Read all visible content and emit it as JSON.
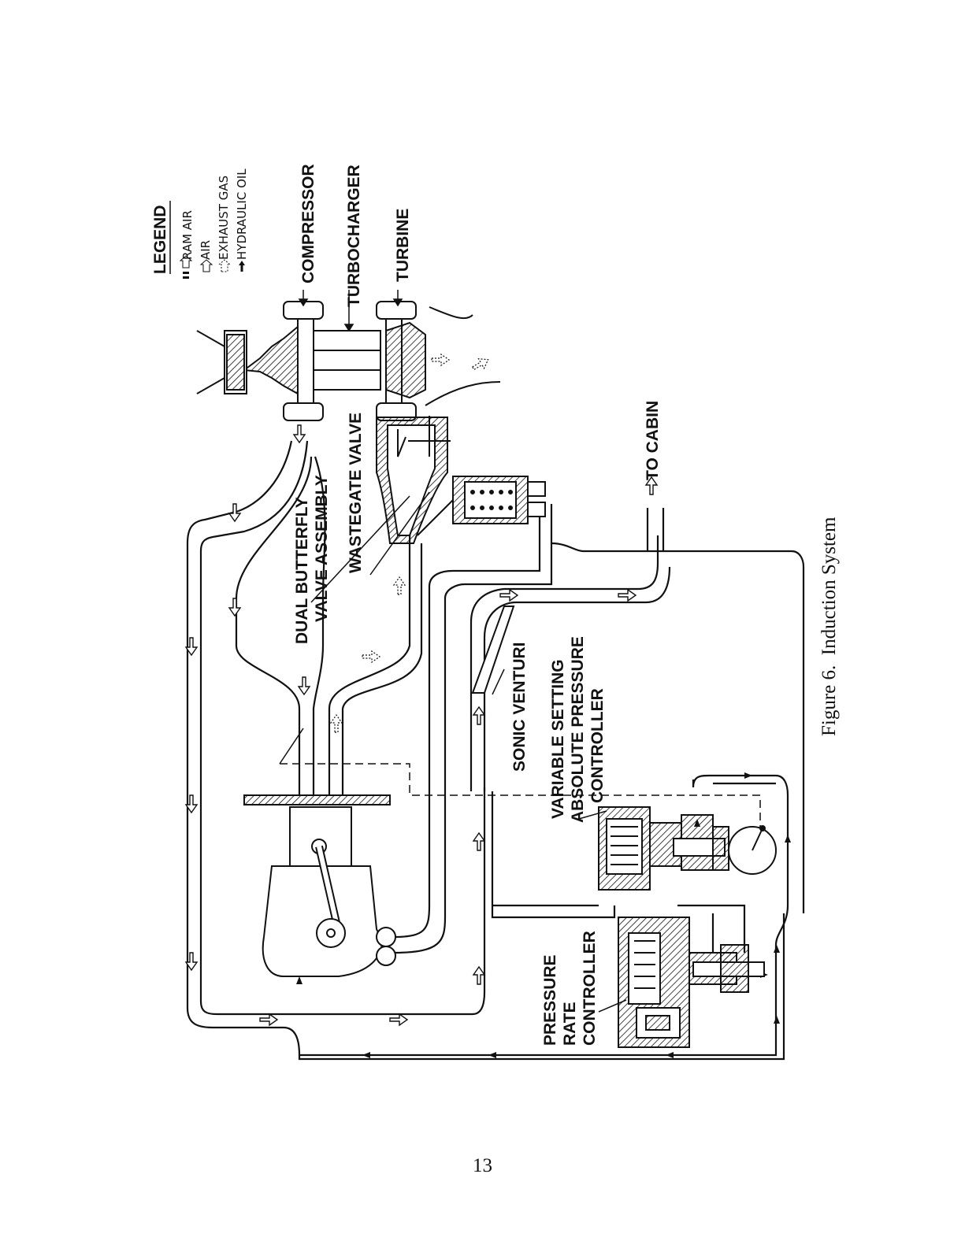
{
  "legend": {
    "title": "LEGEND",
    "items": [
      {
        "label": "RAM AIR",
        "icon": "ram-air-arrow-icon"
      },
      {
        "label": "AIR",
        "icon": "air-arrow-icon"
      },
      {
        "label": "EXHAUST GAS",
        "icon": "exhaust-gas-arrow-icon"
      },
      {
        "label": "HYDRAULIC OIL",
        "icon": "hydraulic-oil-arrow-icon"
      }
    ]
  },
  "labels": {
    "compressor": "COMPRESSOR",
    "turbocharger": "TURBOCHARGER",
    "turbine": "TURBINE",
    "wastegate_valve": "WASTEGATE VALVE",
    "dual_butterfly_line1": "DUAL BUTTERFLY",
    "dual_butterfly_line2": "VALVE ASSEMBLY",
    "to_cabin": "TO CABIN",
    "sonic_venturi": "SONIC VENTURI",
    "vapc_line1": "VARIABLE SETTING",
    "vapc_line2": "ABSOLUTE PRESSURE",
    "vapc_line3": "CONTROLLER",
    "prc_line1": "PRESSURE",
    "prc_line2": "RATE",
    "prc_line3": "CONTROLLER"
  },
  "caption": "Figure 6.  Induction System",
  "page_number": "13"
}
